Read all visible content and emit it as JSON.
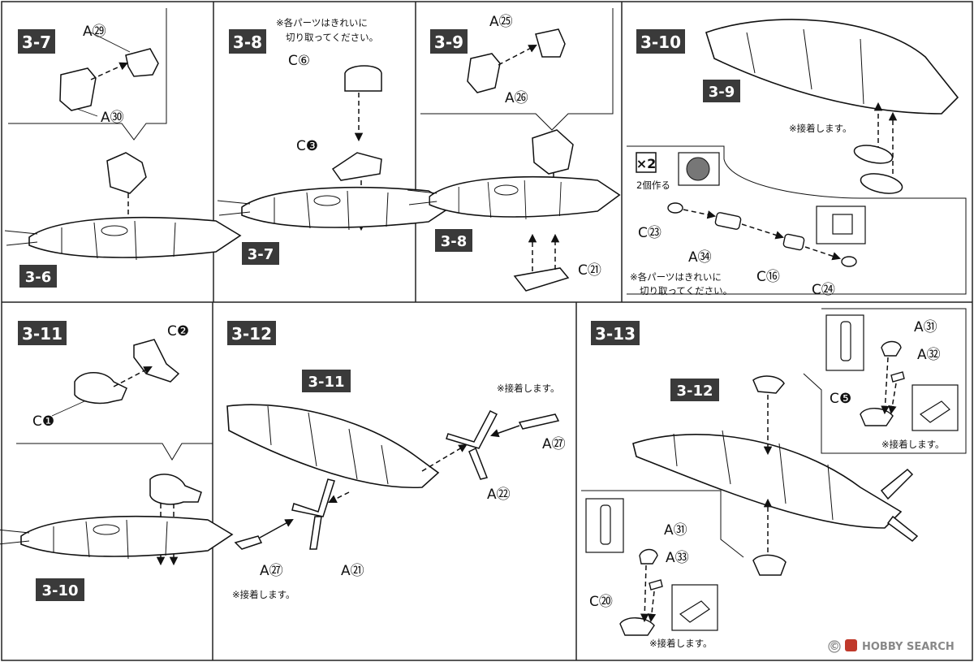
{
  "steps": [
    {
      "label": "3-7",
      "ref": "3-6",
      "parts": [
        "A㉙",
        "A㉚"
      ]
    },
    {
      "label": "3-8",
      "ref": "3-7",
      "note": [
        "※各パーツはきれいに",
        "切り取ってください。"
      ],
      "parts": [
        "C⑥",
        "C❸"
      ]
    },
    {
      "label": "3-9",
      "ref": "3-8",
      "parts": [
        "A㉕",
        "A㉖",
        "C㉑"
      ]
    },
    {
      "label": "3-10",
      "ref": "3-9",
      "note_glue": "※接着します。",
      "multiplier": "×2",
      "make_two": "2個作る",
      "parts": [
        "C㉓",
        "A㉞",
        "C⑯",
        "C㉔"
      ],
      "note": [
        "※各パーツはきれいに",
        "切り取ってください。"
      ]
    },
    {
      "label": "3-11",
      "ref": "3-10",
      "parts": [
        "C❷",
        "C❶"
      ]
    },
    {
      "label": "3-12",
      "ref": "3-11",
      "note_glue_1": "※接着します。",
      "note_glue_2": "※接着します。",
      "parts": [
        "A㉗",
        "A㉒",
        "A㉗",
        "A㉑"
      ]
    },
    {
      "label": "3-13",
      "ref": "3-12",
      "note_glue_1": "※接着します。",
      "note_glue_2": "※接着します。",
      "parts": [
        "A㉛",
        "A㉜",
        "C❺",
        "A㉛",
        "A㉝",
        "C⑳"
      ]
    }
  ],
  "watermark": "HOBBY SEARCH",
  "copyright": "©"
}
